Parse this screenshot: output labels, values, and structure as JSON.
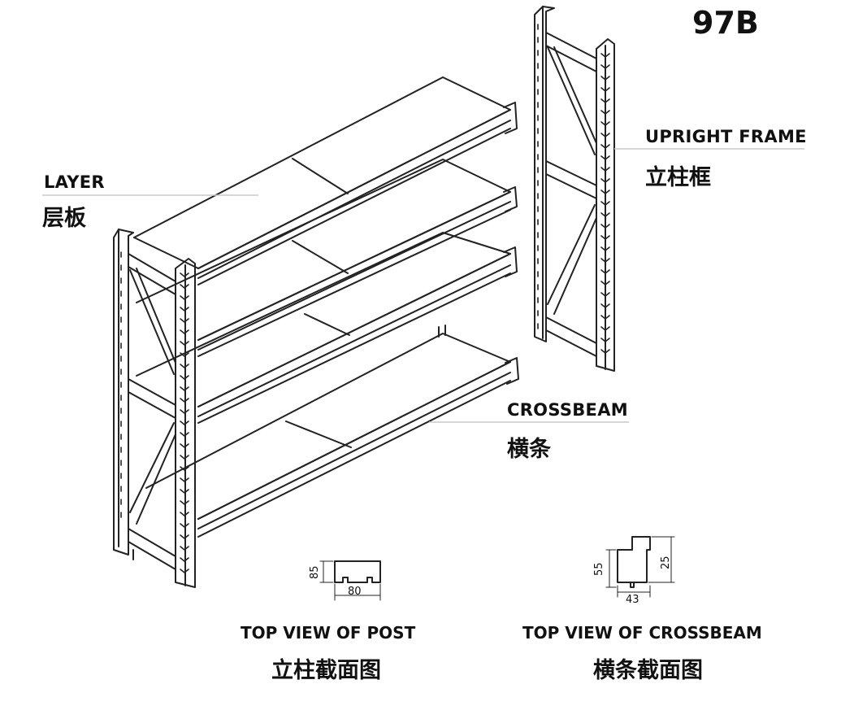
{
  "model": "97B",
  "labels": {
    "layer_en": "LAYER",
    "layer_cn": "层板",
    "upright_en": "UPRIGHT FRAME",
    "upright_cn": "立柱框",
    "crossbeam_en": "CROSSBEAM",
    "crossbeam_cn": "横条"
  },
  "post_section": {
    "height": "85",
    "width": "80",
    "caption_en": "TOP VIEW OF POST",
    "caption_cn": "立柱截面图"
  },
  "crossbeam_section": {
    "height_left": "55",
    "height_right": "25",
    "width": "43",
    "caption_en": "TOP VIEW OF CROSSBEAM",
    "caption_cn": "横条截面图"
  },
  "colors": {
    "line": "#222222",
    "leader": "#c8c8c8"
  }
}
